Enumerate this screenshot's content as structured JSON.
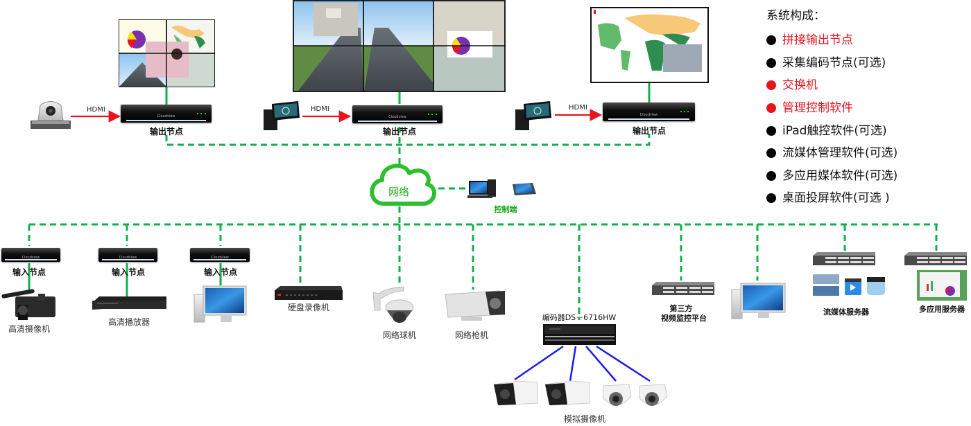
{
  "legend": {
    "title": "系统构成：",
    "items": [
      {
        "label": "拼接输出节点",
        "text_color": "#e8141c",
        "dot_color": "#000000"
      },
      {
        "label": "采集编码节点(可选)",
        "text_color": "#111111",
        "dot_color": "#000000"
      },
      {
        "label": " 交换机",
        "text_color": "#e8141c",
        "dot_color": "#e8141c"
      },
      {
        "label": "管理控制软件",
        "text_color": "#e8141c",
        "dot_color": "#e8141c"
      },
      {
        "label": "iPad触控软件(可选)",
        "text_color": "#111111",
        "dot_color": "#000000"
      },
      {
        "label": "流媒体管理软件(可选)",
        "text_color": "#111111",
        "dot_color": "#000000"
      },
      {
        "label": "多应用媒体软件(可选)",
        "text_color": "#111111",
        "dot_color": "#000000"
      },
      {
        "label": "桌面投屏软件(可选 )",
        "text_color": "#111111",
        "dot_color": "#000000"
      }
    ]
  },
  "output_section": {
    "nodes": [
      {
        "label": "输出节点",
        "source": "ptz-camera",
        "link_label": "HDMI",
        "display": "video-wall-2x2"
      },
      {
        "label": "输出节点",
        "source": "desktop-pc",
        "link_label": "HDMI",
        "display": "video-wall-3x2"
      },
      {
        "label": "输出节点",
        "source": "desktop-pc",
        "link_label": "HDMI",
        "display": "single-screen-world-map"
      }
    ],
    "device_brand": "Cloudview"
  },
  "network": {
    "label": "网络",
    "control": {
      "label": "控制端",
      "devices": [
        "desktop-pc",
        "ipad-tablet"
      ]
    }
  },
  "input_section": {
    "input_nodes": [
      {
        "node_label": "输入节点",
        "device_label": "高清摄像机",
        "device": "camcorder"
      },
      {
        "node_label": "输入节点",
        "device_label": "高清播放器",
        "device": "bluray-player"
      },
      {
        "node_label": "输入节点",
        "device_label": "",
        "device": "mac-pc"
      }
    ],
    "network_devices": [
      {
        "label": "硬盘录像机",
        "device": "dvr"
      },
      {
        "label": "网络球机",
        "device": "dome-camera"
      },
      {
        "label": "网络枪机",
        "device": "bullet-camera"
      },
      {
        "label": "编码器DS－6716HW",
        "device": "encoder"
      },
      {
        "label_line1": "第三方",
        "label_line2": "视频监控平台",
        "device": "rack-server"
      },
      {
        "label": "",
        "device": "mac-pc"
      },
      {
        "label": "流媒体服务器",
        "device": "rack-server"
      },
      {
        "label": "多应用服务器",
        "device": "rack-server"
      }
    ],
    "analog_cameras": {
      "label": "模拟摄像机",
      "count": 4
    }
  },
  "colors": {
    "network_line": "#12b04a",
    "hdmi_arrow": "#e8141c",
    "coax_line": "#1a1aee",
    "cloud": "#2dbf2d"
  }
}
